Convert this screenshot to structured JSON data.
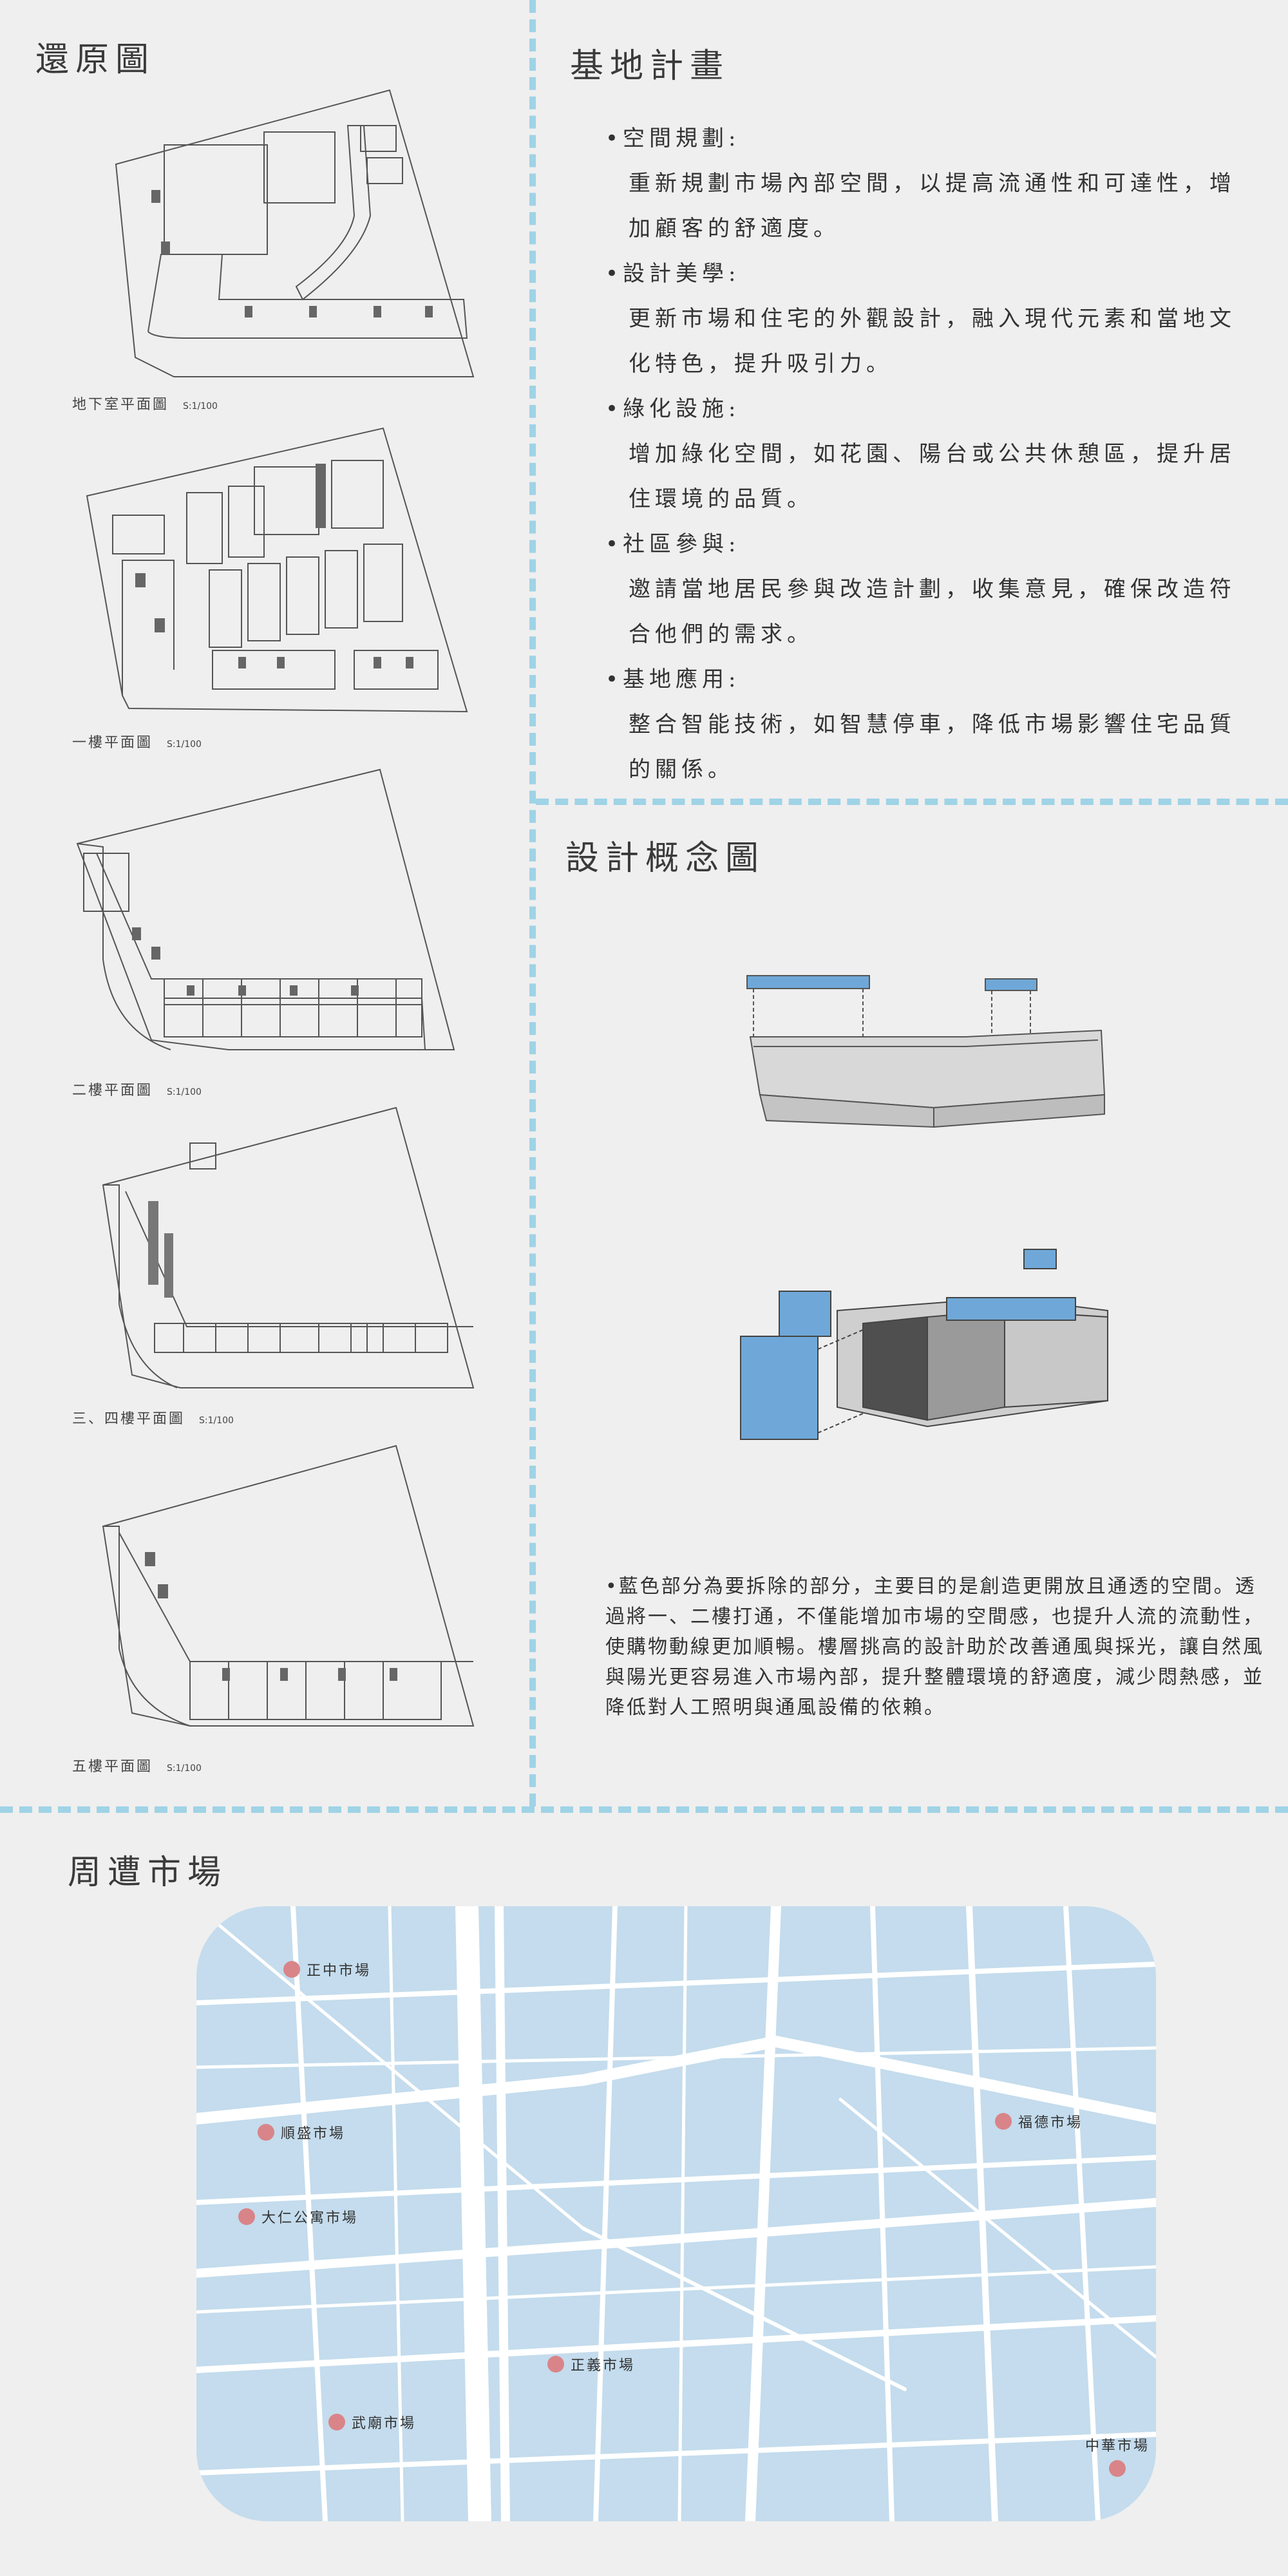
{
  "sections": {
    "restore": "還原圖",
    "site_plan": "基地計畫",
    "concept": "設計概念圖",
    "markets": "周遭市場"
  },
  "floor_plans": [
    {
      "name": "地下室平面圖",
      "scale": "S:1/100"
    },
    {
      "name": "一樓平面圖",
      "scale": "S:1/100"
    },
    {
      "name": "二樓平面圖",
      "scale": "S:1/100"
    },
    {
      "name": "三、四樓平面圖",
      "scale": "S:1/100"
    },
    {
      "name": "五樓平面圖",
      "scale": "S:1/100"
    }
  ],
  "plan_items": [
    {
      "head": "•空間規劃:",
      "text": "重新規劃市場內部空間，以提高流通性和可達性，增加顧客的舒適度。"
    },
    {
      "head": "•設計美學:",
      "text": "更新市場和住宅的外觀設計，融入現代元素和當地文化特色，提升吸引力。"
    },
    {
      "head": "•綠化設施:",
      "text": "增加綠化空間，如花園、陽台或公共休憩區，提升居住環境的品質。"
    },
    {
      "head": "•社區參與:",
      "text": "邀請當地居民參與改造計劃，收集意見，確保改造符合他們的需求。"
    },
    {
      "head": "•基地應用:",
      "text": "整合智能技術，如智慧停車，降低市場影響住宅品質的關係。"
    }
  ],
  "concept_note": "•藍色部分為要拆除的部分，主要目的是創造更開放且通透的空間。透過將一、二樓打通，不僅能增加市場的空間感，也提升人流的流動性，使購物動線更加順暢。樓層挑高的設計助於改善通風與採光，讓自然風與陽光更容易進入市場內部，提升整體環境的舒適度，減少悶熱感，並降低對人工照明與通風設備的依賴。",
  "markets": [
    {
      "name": "正中市場"
    },
    {
      "name": "順盛市場"
    },
    {
      "name": "大仁公寓市場"
    },
    {
      "name": "正義市場"
    },
    {
      "name": "武廟市場"
    },
    {
      "name": "福德市場"
    },
    {
      "name": "中華市場"
    }
  ],
  "colors": {
    "accent_dash": "#9fd3e6",
    "demolish_blue": "#6fa8d8",
    "map_bg": "#c4dced",
    "pin": "#d98488"
  }
}
